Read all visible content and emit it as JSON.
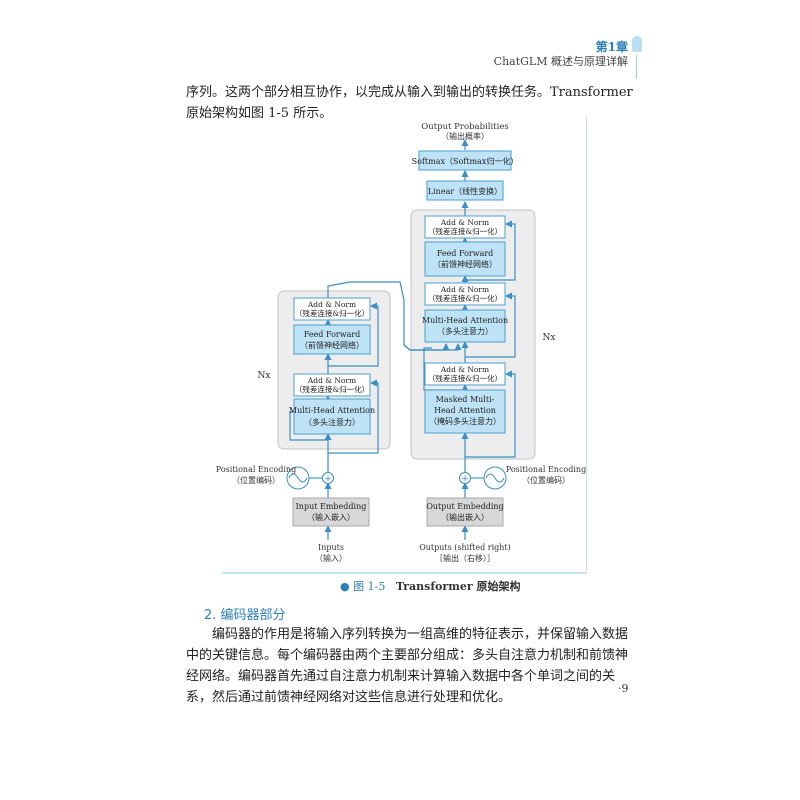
{
  "header": {
    "chapter": "第1章",
    "subtitle": "ChatGLM 概述与原理详解"
  },
  "intro_text": "序列。这两个部分相互协作，以完成从输入到输出的转换任务。Transformer 原始架构如图 1-5 所示。",
  "diagram": {
    "output_probabilities": "Output Probabilities",
    "output_probabilities_cn": "（输出概率）",
    "softmax": "Softmax（Softmax归一化）",
    "linear": "Linear（线性变换）",
    "enc_addnorm": "Add & Norm",
    "enc_addnorm_cn": "（残差连接&归一化）",
    "enc_ff": "Feed Forward",
    "enc_ff_cn": "（前馈神经网络）",
    "enc_addnorm2": "Add & Norm",
    "enc_addnorm2_cn": "（残差连接&归一化）",
    "enc_mha": "Multi-Head Attention",
    "enc_mha_cn": "（多头注意力）",
    "dec_addnorm_top": "Add & Norm",
    "dec_addnorm_top_cn": "（残差连接&归一化）",
    "dec_ff": "Feed Forward",
    "dec_ff_cn": "（前馈神经网络）",
    "dec_addnorm_mid": "Add & Norm",
    "dec_addnorm_mid_cn": "（残差连接&归一化）",
    "dec_mha": "Multi-Head Attention",
    "dec_mha_cn": "（多头注意力）",
    "dec_addnorm_bot": "Add & Norm",
    "dec_addnorm_bot_cn": "（残差连接&归一化）",
    "dec_masked_1": "Masked Multi-",
    "dec_masked_2": "Head Attention",
    "dec_masked_cn": "（掩码多头注意力）",
    "nx_left": "Nx",
    "nx_right": "Nx",
    "pos_enc_left": "Positional Encoding",
    "pos_enc_left_cn": "（位置编码）",
    "pos_enc_right": "Positional Encoding",
    "pos_enc_right_cn": "（位置编码）",
    "input_embedding": "Input Embedding",
    "input_embedding_cn": "（输入嵌入）",
    "output_embedding": "Output Embedding",
    "output_embedding_cn": "（输出嵌入）",
    "inputs": "Inputs",
    "inputs_cn": "（输入）",
    "outputs": "Outputs (shifted right)",
    "outputs_cn": "［输出（右移）］",
    "plus": "+"
  },
  "caption": {
    "marker": "●",
    "number": "图 1-5",
    "title": "Transformer 原始架构"
  },
  "section": {
    "heading": "2. 编码器部分",
    "body": "编码器的作用是将输入序列转换为一组高维的特征表示，并保留输入数据中的关键信息。每个编码器由两个主要部分组成：多头自注意力机制和前馈神经网络。编码器首先通过自注意力机制来计算输入数据中各个单词之间的关系，然后通过前馈神经网络对这些信息进行处理和优化。"
  },
  "page_number": "·9",
  "colors": {
    "accent": "#2a7fb8",
    "box_blue": "#bfe3f6",
    "box_outline": "#4a9fd0",
    "panel_gray": "#ededed",
    "embed_gray": "#d8d8d8",
    "arrow": "#3a8fc6"
  }
}
